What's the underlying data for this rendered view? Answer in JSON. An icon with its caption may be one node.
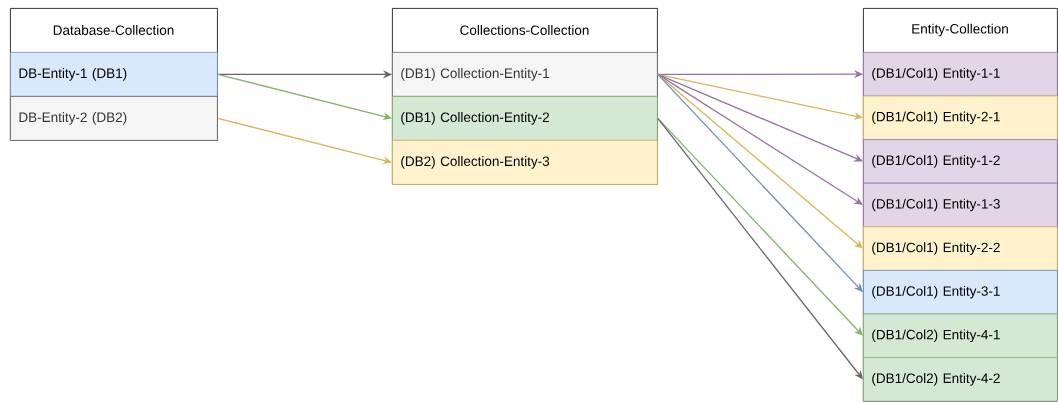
{
  "diagram": {
    "nodes": [
      {
        "text": [
          "Database-Collection"
        ]
      },
      {
        "text": [
          "DB-Entity-1 (DB1)"
        ],
        "in": 0
      },
      {
        "text": [
          "DB-Entity-2 (DB2)"
        ],
        "in": 0
      },
      {
        "text": [
          "Collections-Collection"
        ]
      },
      {
        "text": [
          "(DB1) Collection-Entity-1"
        ],
        "in": 3
      },
      {
        "text": [
          "(DB1) Collection-Entity-2"
        ],
        "in": 3
      },
      {
        "text": [
          "(DB2) Collection-Entity-3"
        ],
        "in": 3
      },
      {
        "text": [
          "Entity-Collection"
        ]
      },
      {
        "text": [
          "(DB1/Col1) Entity-1-1"
        ],
        "in": 7
      },
      {
        "text": [
          "(DB1/Col1) Entity-2-1"
        ],
        "in": 7
      },
      {
        "text": [
          "(DB1/Col1) Entity-1-2"
        ],
        "in": 7
      },
      {
        "text": [
          "(DB1/Col1) Entity-1-3"
        ],
        "in": 7
      },
      {
        "text": [
          "(DB1/Col1) Entity-2-2"
        ],
        "in": 7
      },
      {
        "text": [
          "(DB1/Col1) Entity-3-1"
        ],
        "in": 7
      },
      {
        "text": [
          "(DB1/Col2) Entity-4-1"
        ],
        "in": 7
      },
      {
        "text": [
          "(DB1/Col2) Entity-4-2"
        ],
        "in": 7
      }
    ],
    "edges": [
      {
        "from": 1,
        "to": 4,
        "arrow": "to",
        "color": "#666666"
      },
      {
        "from": 1,
        "to": 5,
        "arrow": "to",
        "color": "#82b366"
      },
      {
        "from": 2,
        "to": 6,
        "arrow": "to",
        "color": "#d6b656"
      },
      {
        "from": 4,
        "to": 8,
        "arrow": "to",
        "color": "#9673a6"
      },
      {
        "from": 4,
        "to": 9,
        "arrow": "to",
        "color": "#d6b656"
      },
      {
        "from": 4,
        "to": 10,
        "arrow": "to",
        "color": "#9673a6"
      },
      {
        "from": 4,
        "to": 11,
        "arrow": "to",
        "color": "#9673a6"
      },
      {
        "from": 4,
        "to": 12,
        "arrow": "to",
        "color": "#d6b656"
      },
      {
        "from": 4,
        "to": 13,
        "arrow": "to",
        "color": "#6c8ebf"
      },
      {
        "from": 5,
        "to": 14,
        "arrow": "to",
        "color": "#82b366"
      },
      {
        "from": 5,
        "to": 15,
        "arrow": "to",
        "color": "#666666"
      }
    ]
  }
}
